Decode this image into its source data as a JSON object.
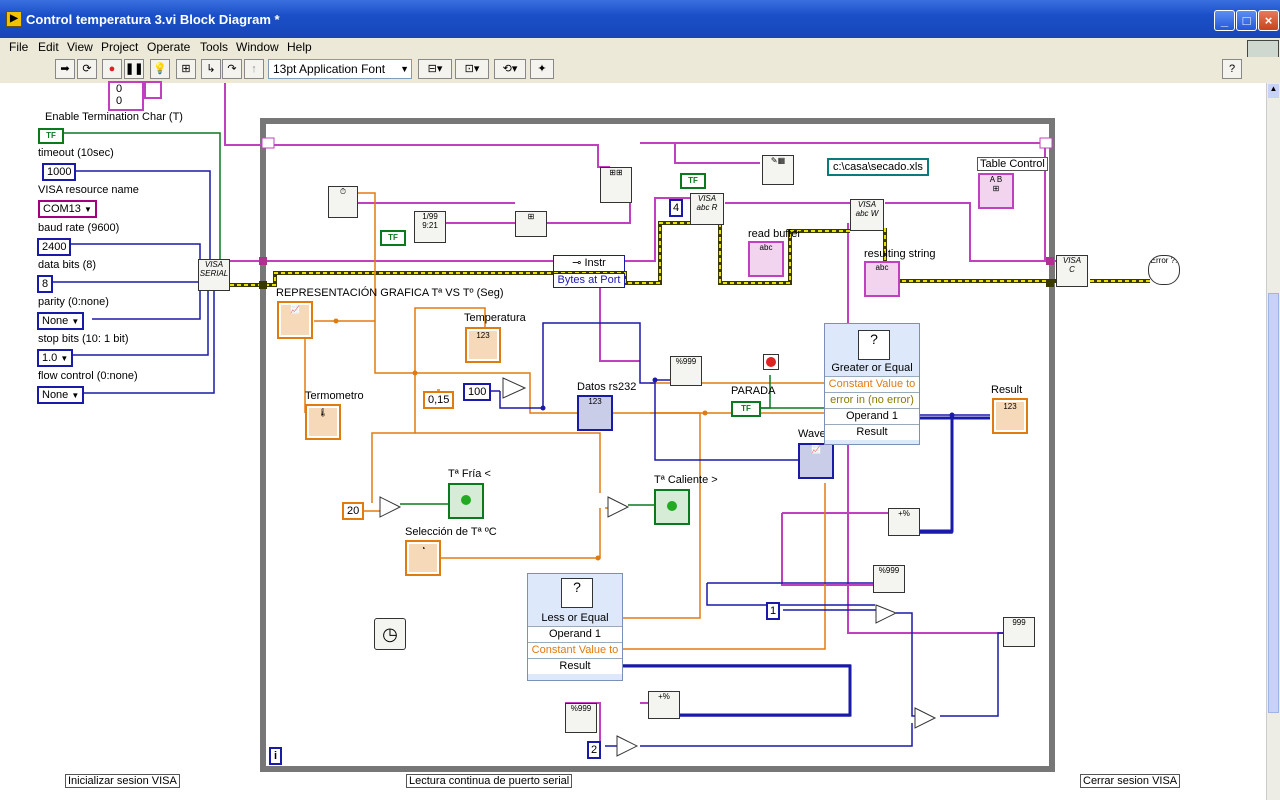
{
  "window": {
    "title": "Control temperatura 3.vi Block Diagram *"
  },
  "menu": [
    "File",
    "Edit",
    "View",
    "Project",
    "Operate",
    "Tools",
    "Window",
    "Help"
  ],
  "toolbar": {
    "font": "13pt Application Font"
  },
  "left_controls": {
    "enable_term_label": "Enable Termination Char (T)",
    "enable_term_value": "TF",
    "timeout_label": "timeout (10sec)",
    "timeout_value": "1000",
    "resource_label": "VISA resource name",
    "resource_value": "COM13",
    "baud_label": "baud rate (9600)",
    "baud_value": "2400",
    "databits_label": "data bits (8)",
    "databits_value": "8",
    "parity_label": "parity (0:none)",
    "parity_value": "None",
    "stopbits_label": "stop bits (10: 1 bit)",
    "stopbits_value": "1.0",
    "flow_label": "flow control (0:none)",
    "flow_value": "None",
    "top_consts": [
      "0",
      "0"
    ]
  },
  "diagram": {
    "file_path": "c:\\casa\\secado.xls",
    "table_control": "Table Control",
    "instr_label": "Instr",
    "bytes_at_port": "Bytes at Port",
    "read_buffer": "read buffer",
    "resulting_string": "resulting string",
    "grafica": "REPRESENTACIÓN GRAFICA Tª VS Tº (Seg)",
    "temperatura": "Temperatura",
    "termometro": "Termometro",
    "const_015": "0,15",
    "const_100": "100",
    "const_20": "20",
    "const_4": "4",
    "const_1": "1",
    "const_2": "2",
    "datos": "Datos rs232",
    "parada": "PARADA",
    "wave": "Wave",
    "result": "Result",
    "fria": "Tª Fría <",
    "caliente": "Tª Caliente >",
    "seleccion": "Selección de Tª ºC",
    "gte": {
      "title": "Greater or Equal",
      "r1": "Constant Value to",
      "r2": "error in (no error)",
      "r3": "Operand 1",
      "r4": "Result"
    },
    "lte": {
      "title": "Less or Equal",
      "r1": "Operand 1",
      "r2": "Constant Value to",
      "r3": "Result"
    },
    "loop_i": "i",
    "error_label": "Error ?!"
  },
  "bottom_labels": {
    "init": "Inicializar sesion VISA",
    "loop": "Lectura continua de puerto serial",
    "close": "Cerrar sesion VISA"
  }
}
